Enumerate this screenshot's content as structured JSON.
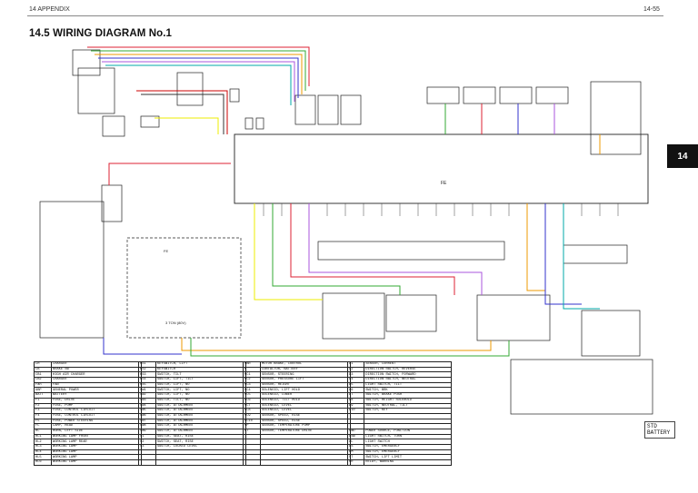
{
  "header": {
    "left": "14 APPENDIX",
    "right": "14-55"
  },
  "title": "14.5 WIRING DIAGRAM No.1",
  "chapter_tab": "14",
  "labels": {
    "main_controller": "FE",
    "sub_controller": "FE",
    "sub_unit_caption": "3 TON (80V)",
    "battery_box": "STD\nBATTERY"
  },
  "legend": {
    "col1": [
      [
        "CH",
        "CHARGER"
      ],
      [
        "CB",
        "BRAKE SW"
      ],
      [
        "CB1",
        "HIGH AIR CHARGER"
      ],
      [
        "CB2",
        "CHARGER"
      ],
      [
        "Fan",
        "FAN"
      ],
      [
        "GBP",
        "GENERAL POWER"
      ],
      [
        "BATT",
        "BATTERY"
      ],
      [
        "F1",
        "FUSE, DRIVE"
      ],
      [
        "F2",
        "FUSE, PUMP"
      ],
      [
        "F3",
        "FUSE, CONTROL CIRCUIT"
      ],
      [
        "F4",
        "FUSE, CONTROL CIRCUIT"
      ],
      [
        "F5",
        "FUSE, POWER STEERING"
      ],
      [
        "FL",
        "LAMP, HEAD"
      ],
      [
        "HC",
        "HORN, LEFT SIDE"
      ],
      [
        "HL1",
        "WORKING LAMP FRONT"
      ],
      [
        "HL2",
        "WORKING LAMP REAR"
      ],
      [
        "HL3",
        "WORKING LAMP"
      ],
      [
        "HL4",
        "WORKING LAMP"
      ],
      [
        "HL5",
        "WORKING LAMP"
      ],
      [
        "HL6",
        "WORKING LAMP"
      ]
    ],
    "col2": [
      [
        "KS1",
        "KEYSWITCH, LIFT"
      ],
      [
        "KS2",
        "KEYSWITCH"
      ],
      [
        "KS3",
        "SWITCH, TILT"
      ],
      [
        "KS4",
        "SWITCH, LIFT, TILT"
      ],
      [
        "KS5",
        "SWITCH, LIFT, NO"
      ],
      [
        "SW1",
        "SWITCH, LIFT, NO"
      ],
      [
        "SW2",
        "SWITCH, LIFT, NO"
      ],
      [
        "SW3",
        "SWITCH, TILT, NO"
      ],
      [
        "SW4",
        "SWITCH, ATTACHMENT"
      ],
      [
        "SW5",
        "SWITCH, ATTACHMENT"
      ],
      [
        "SW6",
        "SWITCH, ATTACHMENT"
      ],
      [
        "SW7",
        "SWITCH, ATTACHMENT"
      ],
      [
        "SW8",
        "SWITCH, ATTACHMENT"
      ],
      [
        "SW9",
        "SWITCH, ATTACHMENT"
      ],
      [
        "S1",
        "SWITCH, SEAT, RISE"
      ],
      [
        "S2",
        "SWITCH, SEAT, RISE"
      ],
      [
        "S3",
        "SWITCH, LOCKED LEVEL"
      ],
      [
        "",
        ""
      ],
      [
        "",
        ""
      ],
      [
        "",
        ""
      ]
    ],
    "col3": [
      [
        "MBR",
        "MOTOR BRAKE, CONTROL"
      ],
      [
        "M",
        "CONTACTOR, BATTERY"
      ],
      [
        "MC1",
        "SENSOR, STEERING"
      ],
      [
        "MC2",
        "SENSOR, PRESSURE LIFT"
      ],
      [
        "MC3",
        "SENSOR, HEIGHT"
      ],
      [
        "MC4",
        "SOLENOID, LIFT HOLD"
      ],
      [
        "MC5",
        "SOLENOID, LOWER"
      ],
      [
        "MC6",
        "SOLENOID, TILT HOLD"
      ],
      [
        "MC7",
        "SOLENOID, LEVEL"
      ],
      [
        "MC8",
        "SOLENOID, LEVEL"
      ],
      [
        "MC9",
        "SENSOR, SPEED, RISE"
      ],
      [
        "MC10",
        "SENSOR, SPEED, RISE"
      ],
      [
        "MP",
        "SENSOR, TEMPERATURE PUMP"
      ],
      [
        "MT",
        "SENSOR, TEMPERATURE DRIVE"
      ],
      [
        "",
        ""
      ],
      [
        "",
        ""
      ],
      [
        "",
        ""
      ],
      [
        "",
        ""
      ],
      [
        "",
        ""
      ],
      [
        "",
        ""
      ]
    ],
    "col4": [
      [
        "D1",
        "SENSOR, CURRENT"
      ],
      [
        "D2",
        "DIRECTION SWITCH, REVERSE"
      ],
      [
        "D3",
        "DIRECTION SWITCH, FORWARD"
      ],
      [
        "D4",
        "DIRECTION SWITCH, NEUTRAL"
      ],
      [
        "D5",
        "LIGHT SWITCH, TILT"
      ],
      [
        "D6",
        "SWITCH, BRK"
      ],
      [
        "D7",
        "SWITCH, BRAKE PUSH"
      ],
      [
        "D8",
        "SWITCH, HEIGHT SOLENOID"
      ],
      [
        "D9",
        "SWITCH, NEUTRAL, TILT"
      ],
      [
        "D10",
        "SWITCH, KEY"
      ],
      [
        "",
        ""
      ],
      [
        "",
        ""
      ],
      [
        "",
        ""
      ],
      [
        "FWD",
        "POWER SOURCE, FUNCTION"
      ],
      [
        "LSW",
        "LIGHT SWITCH, TURN"
      ],
      [
        "LL",
        "LIGHT SWITCH"
      ],
      [
        "LS",
        "SWITCH, EMERGENCY"
      ],
      [
        "EM",
        "SWITCH, EMERGENCY"
      ],
      [
        "ST",
        "SWITCH, LIFT LIMIT"
      ],
      [
        "HR",
        "RELAY, WARNING"
      ]
    ]
  }
}
